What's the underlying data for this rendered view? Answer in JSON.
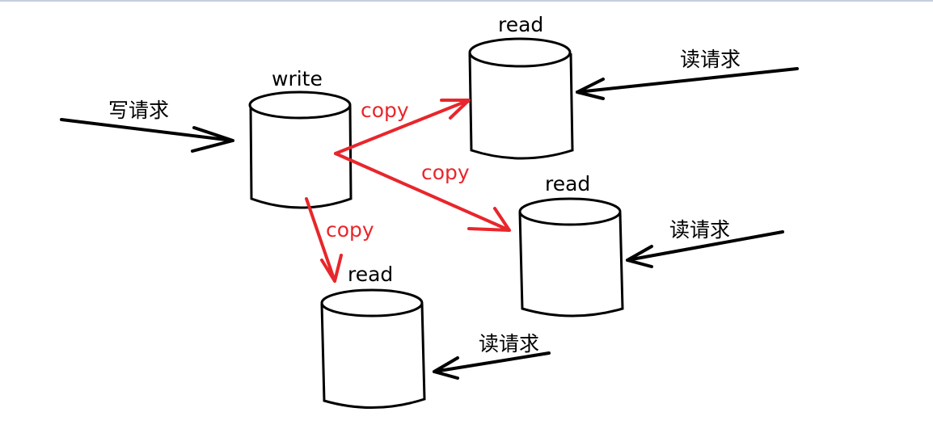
{
  "nodes": {
    "write": {
      "label": "write"
    },
    "read_top": {
      "label": "read"
    },
    "read_right": {
      "label": "read"
    },
    "read_bottom": {
      "label": "read"
    }
  },
  "edges": {
    "write_request": "写请求",
    "read_request_top": "读请求",
    "read_request_right": "读请求",
    "read_request_bottom": "读请求",
    "copy_top": "copy",
    "copy_right": "copy",
    "copy_bottom": "copy"
  },
  "colors": {
    "copy": "#e8262b",
    "request": "#000000",
    "topbar": "#c4cedf"
  }
}
